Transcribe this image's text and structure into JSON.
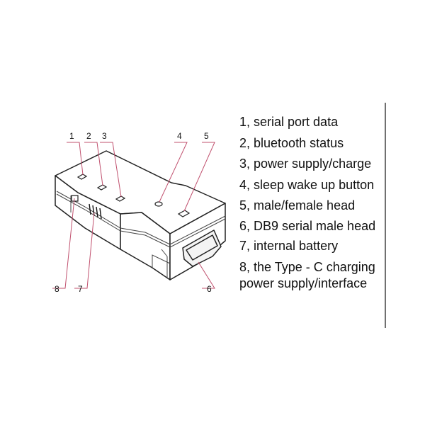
{
  "callouts": [
    "1",
    "2",
    "3",
    "4",
    "5",
    "6",
    "7",
    "8"
  ],
  "legend": [
    "1, serial port data",
    "2, bluetooth status",
    "3, power supply/charge",
    "4, sleep wake up button",
    "5, male/female head",
    "6, DB9 serial male head",
    "7, internal battery",
    "8, the Type - C charging power supply/interface"
  ],
  "colors": {
    "callout_line": "#c0506e",
    "outline": "#222222"
  }
}
